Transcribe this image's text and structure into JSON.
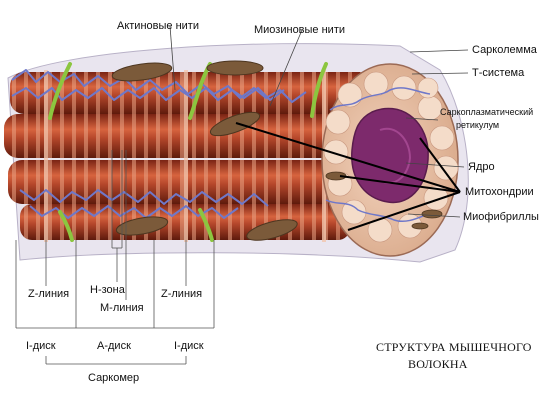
{
  "labels": {
    "actin": "Актиновые нити",
    "myosin": "Миозиновые нити",
    "sarcolemma": "Сарколемма",
    "t_system": "Т-система",
    "sr_line1": "Саркоплазматический",
    "sr_line2": "ретикулум",
    "nucleus": "Ядро",
    "mitochondria": "Митохондрии",
    "myofibrils": "Миофибриллы",
    "z_line_left": "Z-линия",
    "z_line_right": "Z-линия",
    "h_zone": "Н-зона",
    "m_line": "М-линия",
    "i_disc_left": "I-диск",
    "a_disc": "А-диск",
    "i_disc_right": "I-диск",
    "sarcomere": "Саркомер"
  },
  "title": {
    "line1": "СТРУКТУРА МЫШЕЧНОГО",
    "line2": "ВОЛОКНА"
  },
  "colors": {
    "fiber": "#b5472b",
    "fiber_dark": "#7a2414",
    "fiber_light": "#e07a55",
    "reticulum": "#6f78c9",
    "t_tubule": "#8cc63f",
    "mitochondria": "#7b5a3a",
    "nucleus": "#7d2a6c",
    "cross_section": "#e8c2a8",
    "sarcolemma": "#d9d4e2"
  }
}
